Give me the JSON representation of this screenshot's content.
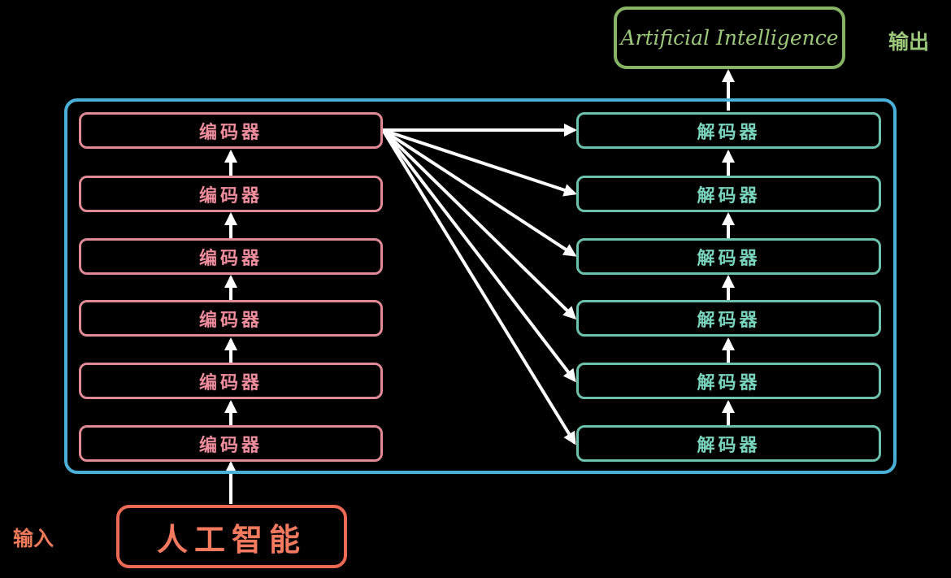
{
  "input": {
    "label": "输入",
    "text": "人工智能"
  },
  "output": {
    "label": "输出",
    "text": "Artificial Intelligence"
  },
  "encoders": [
    {
      "label": "编码器"
    },
    {
      "label": "编码器"
    },
    {
      "label": "编码器"
    },
    {
      "label": "编码器"
    },
    {
      "label": "编码器"
    },
    {
      "label": "编码器"
    }
  ],
  "decoders": [
    {
      "label": "解码器"
    },
    {
      "label": "解码器"
    },
    {
      "label": "解码器"
    },
    {
      "label": "解码器"
    },
    {
      "label": "解码器"
    },
    {
      "label": "解码器"
    }
  ],
  "colors": {
    "background": "#000000",
    "encoder": "#e08a96",
    "decoder": "#6cc2ad",
    "container": "#4bb0d8",
    "input": "#ec6a55",
    "output": "#86b464",
    "arrow": "#ffffff"
  }
}
